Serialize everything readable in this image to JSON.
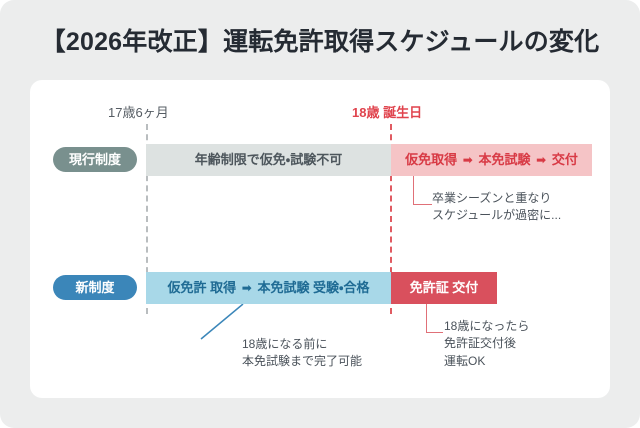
{
  "page": {
    "title": "【2026年改正】運転免許取得スケジュールの変化",
    "background_color": "#eceded",
    "card_color": "#ffffff"
  },
  "markers": [
    {
      "id": "age-17-6m",
      "label": "17歳6ヶ月",
      "color": "#555c63",
      "line_color": "#b9bdbf",
      "line_style": "dashed"
    },
    {
      "id": "age-18-birthday",
      "label": "18歳 誕生日",
      "color": "#e0444e",
      "line_color": "#e05b62",
      "line_style": "dashed"
    }
  ],
  "rows": [
    {
      "id": "current-system",
      "badge": "現行制度",
      "badge_color": "#79908e",
      "segments": [
        {
          "id": "blocked",
          "text": "年齢制限で仮免・試験不可",
          "bg_color": "#dde2e1",
          "text_color": "#4d565c"
        },
        {
          "id": "active",
          "parts": [
            "仮免取得",
            "本免試験",
            "交付"
          ],
          "separator": "➡",
          "bg_color": "#f5c4c6",
          "text_color": "#d83a45"
        }
      ],
      "note": {
        "lines": [
          "卒業シーズンと重なり",
          "スケジュールが過密に..."
        ],
        "connector_color": "#e07078"
      }
    },
    {
      "id": "new-system",
      "badge": "新制度",
      "badge_color": "#3b86b9",
      "segments": [
        {
          "id": "pre-18",
          "parts": [
            "仮免許 取得",
            "本免試験 受験・合格"
          ],
          "separator": "➡",
          "bg_color": "#a8d8e8",
          "text_color": "#1f6b94"
        },
        {
          "id": "issue",
          "text": "免許証 交付",
          "bg_color": "#d9505d",
          "text_color": "#ffffff"
        }
      ],
      "notes": [
        {
          "id": "pre-18-note",
          "lines": [
            "18歳になる前に",
            "本免試験まで完了可能"
          ],
          "connector_color": "#3b86b9"
        },
        {
          "id": "issue-note",
          "lines": [
            "18歳になったら",
            "免許証交付後",
            "運転OK"
          ],
          "connector_color": "#e07078"
        }
      ]
    }
  ]
}
